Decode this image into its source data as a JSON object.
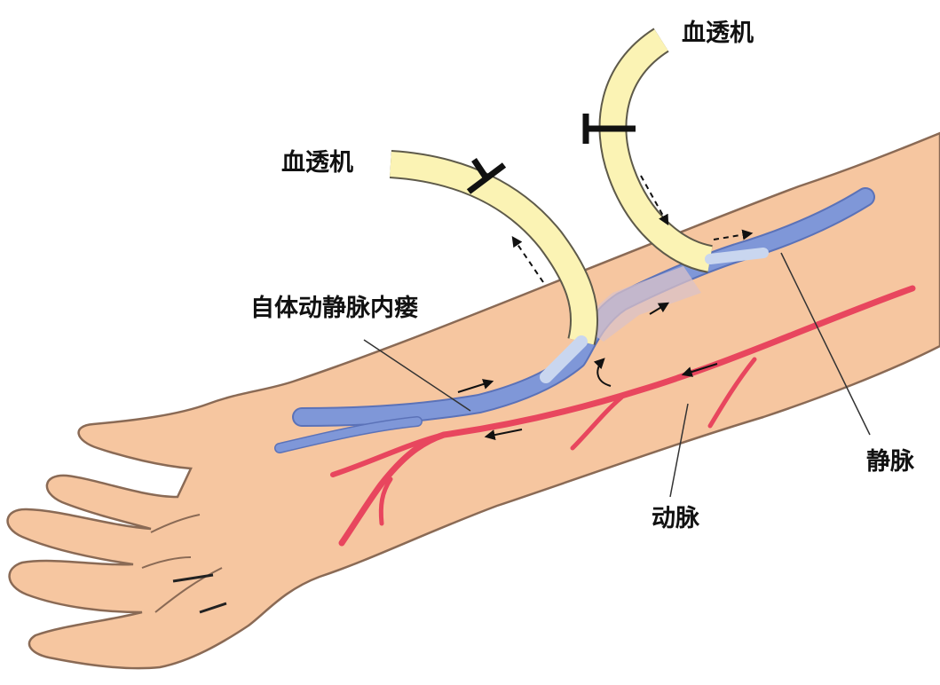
{
  "labels": {
    "dialysis_machine_top": "血透机",
    "dialysis_machine_left": "血透机",
    "fistula": "自体动静脉内瘘",
    "vein": "静脉",
    "artery": "动脉"
  },
  "colors": {
    "skin": "#f6c6a0",
    "skin_outline": "#8a6a55",
    "vein": "#7f97d8",
    "vein_outline": "#5b72b8",
    "artery": "#e8465e",
    "tube": "#fbf3b4",
    "tube_outline": "#5e5a4a",
    "clamp": "#111111",
    "leader_line": "#333333",
    "arrow": "#111111"
  },
  "icons": {
    "clamp": "clamp-icon",
    "flow_arrow": "arrow-icon"
  }
}
